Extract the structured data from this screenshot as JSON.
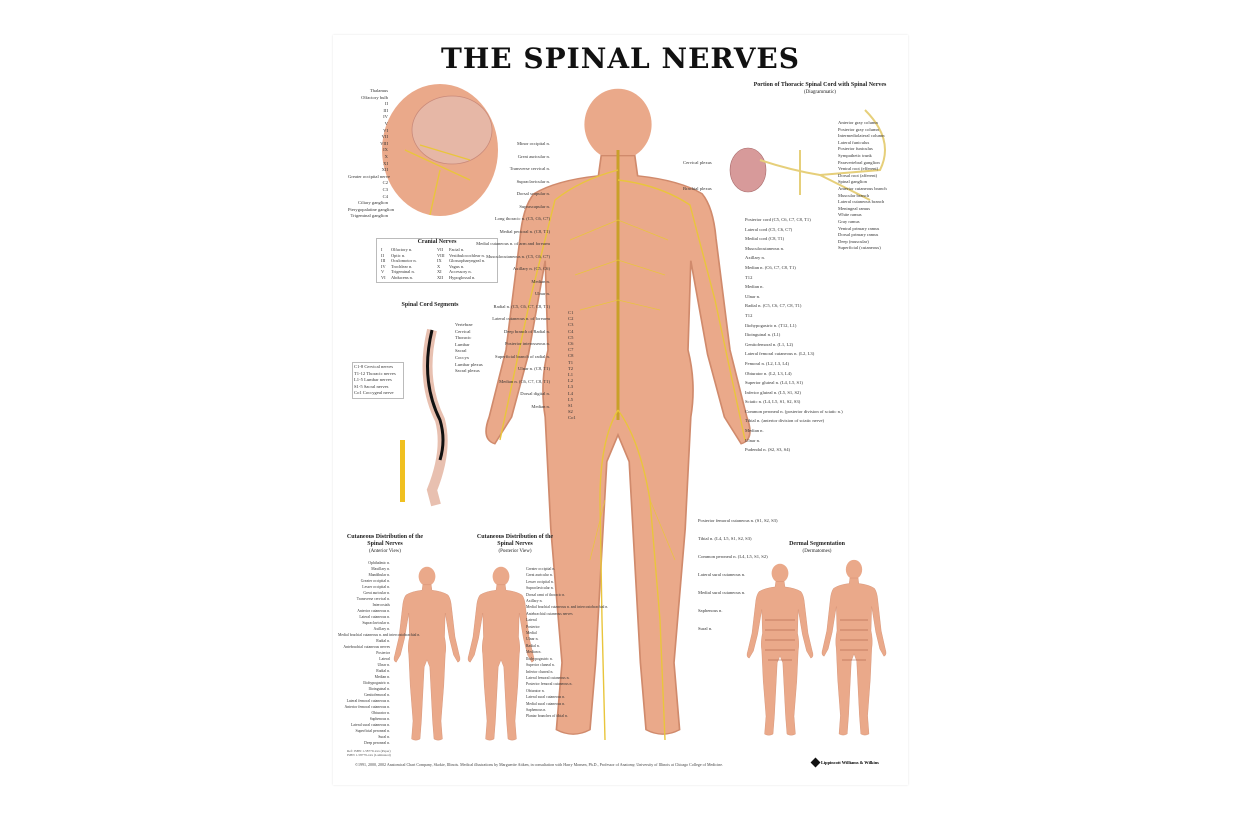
{
  "title": "THE SPINAL NERVES",
  "head_labels": [
    "Thalamus",
    "Olfactory bulb",
    "II",
    "III",
    "IV",
    "V",
    "VI",
    "VII",
    "VIII",
    "IX",
    "X",
    "XI",
    "XII",
    "Greater occipital nerve",
    "C2",
    "C3",
    "C4",
    "Ciliary ganglion",
    "Pterygopalatine ganglion",
    "Trigeminal ganglion"
  ],
  "cranial_nerves": {
    "title": "Cranial Nerves",
    "rows": [
      [
        "I",
        "Olfactory n.",
        "VII",
        "Facial n."
      ],
      [
        "II",
        "Optic n.",
        "VIII",
        "Vestibulocochlear n."
      ],
      [
        "III",
        "Oculomotor n.",
        "IX",
        "Glossopharyngeal n."
      ],
      [
        "IV",
        "Trochlear n.",
        "X",
        "Vagus n."
      ],
      [
        "V",
        "Trigeminal n.",
        "XI",
        "Accessory n."
      ],
      [
        "VI",
        "Abducens n.",
        "XII",
        "Hypoglossal n."
      ]
    ]
  },
  "spinal_segments": {
    "title": "Spinal Cord Segments",
    "legend": [
      "C1-8  Cervical nerves",
      "T1-12  Thoracic nerves",
      "L1-5  Lumbar nerves",
      "S1-5  Sacral nerves",
      "Co1  Coccygeal nerve"
    ],
    "labels": [
      "Vertebrae",
      "Cervical",
      "Thoracic",
      "Lumbar",
      "Sacral",
      "Coccyx",
      "Lumbar plexus",
      "Sacral plexus"
    ]
  },
  "thoracic_diagram": {
    "title": "Portion of Thoracic Spinal Cord with Spinal Nerves",
    "subtitle": "(Diagrammatic)",
    "labels": [
      "Anterior gray column",
      "Posterior gray column",
      "Intermediolateral column",
      "Lateral funiculus",
      "Posterior funiculus",
      "Sympathetic trunk",
      "Paravertebral ganglion",
      "Ventral root (efferent)",
      "Dorsal root (afferent)",
      "Spinal ganglion",
      "Anterior cutaneous branch",
      "Muscular branch",
      "Lateral cutaneous branch",
      "Meningeal ramus",
      "White ramus",
      "Gray ramus",
      "Ventral primary ramus",
      "Dorsal primary ramus",
      "Deep (muscular)",
      "Superficial (cutaneous)"
    ]
  },
  "main_left_labels": [
    "Minor occipital n.",
    "Great auricular n.",
    "Transverse cervical n.",
    "Supraclavicular n.",
    "Dorsal scapular n.",
    "Suprascapular n.",
    "Long thoracic n. (C5, C6, C7)",
    "Medial pectoral n. (C8, T1)",
    "Medial cutaneous n. of arm and forearm",
    "Musculocutaneous n. (C5, C6, C7)",
    "Axillary n. (C5, C6)",
    "Median n.",
    "Ulnar n.",
    "Radial n. (C5, C6, C7, C8, T1)",
    "Lateral cutaneous n. of forearm",
    "Deep branch of Radial n.",
    "Posterior interosseous n.",
    "Superficial branch of radial n.",
    "Ulnar n. (C8, T1)",
    "Median n. (C6, C7, C8, T1)",
    "Dorsal digital n.",
    "Median n."
  ],
  "main_right_labels": [
    "Posterior cord (C5, C6, C7, C8, T1)",
    "Lateral cord (C5, C6, C7)",
    "Medial cord (C8, T1)",
    "Musculocutaneous n.",
    "Axillary n.",
    "Median n. (C6, C7, C8, T1)",
    "T12",
    "Median n.",
    "Ulnar n.",
    "Radial n. (C5, C6, C7, C8, T1)",
    "T12",
    "Iliohypogastric n. (T12, L1)",
    "Ilioinguinal n. (L1)",
    "Genitofemoral n. (L1, L2)",
    "Lateral femoral cutaneous n. (L2, L3)",
    "Femoral n. (L2, L3, L4)",
    "Obturator n. (L2, L3, L4)",
    "Superior gluteal n. (L4, L5, S1)",
    "Inferior gluteal n. (L5, S1, S2)",
    "Sciatic n. (L4, L5, S1, S2, S3)",
    "Common peroneal n. (posterior division of sciatic n.)",
    "Tibial n. (anterior division of sciatic nerve)",
    "Median n.",
    "Ulnar n.",
    "Pudendal n. (S2, S3, S4)"
  ],
  "main_leg_labels": [
    "Posterior femoral cutaneous n. (S1, S2, S3)",
    "Tibial n. (L4, L5, S1, S2, S3)",
    "Common peroneal n. (L4, L5, S1, S2)",
    "Lateral sural cutaneous n.",
    "Medial sural cutaneous n.",
    "Saphenous n.",
    "Sural n."
  ],
  "main_spine_labels": [
    "C1",
    "C2",
    "C3",
    "C4",
    "C5",
    "C6",
    "C7",
    "C8",
    "T1",
    "T2",
    "L1",
    "L2",
    "L3",
    "L4",
    "L5",
    "S1",
    "S2",
    "Co1"
  ],
  "plexus_labels": [
    "Cervical plexus",
    "Brachial plexus"
  ],
  "cutaneous_anterior": {
    "title": "Cutaneous Distribution of the Spinal Nerves",
    "subtitle": "(Anterior View)",
    "labels": [
      "Ophthalmic n.",
      "Maxillary n.",
      "Mandibular n.",
      "Greater occipital n.",
      "Lesser occipital n.",
      "Great auricular n.",
      "Transverse cervical n.",
      "Intercostals",
      "Anterior cutaneous n.",
      "Lateral cutaneous n.",
      "Supraclavicular n.",
      "Axillary n.",
      "Medial brachial cutaneous n. and intercostobrachial n.",
      "Radial n.",
      "Antebrachial cutaneous nerves",
      "Posterior",
      "Lateral",
      "Ulnar n.",
      "Radial n.",
      "Median n.",
      "Iliohypogastric n.",
      "Ilioinguinal n.",
      "Genitofemoral n.",
      "Lateral femoral cutaneous n.",
      "Anterior femoral cutaneous n.",
      "Obturator n.",
      "Saphenous n.",
      "Lateral sural cutaneous n.",
      "Superficial peroneal n.",
      "Sural n.",
      "Deep peroneal n."
    ]
  },
  "cutaneous_posterior": {
    "title": "Cutaneous Distribution of the Spinal Nerves",
    "subtitle": "(Posterior View)",
    "labels": [
      "Greater occipital n.",
      "Great auricular n.",
      "Lesser occipital n.",
      "Supraclavicular n.",
      "Dorsal rami of thoracic n.",
      "Axillary n.",
      "Medial brachial cutaneous n. and intercostobrachial n.",
      "Antebrachial cutaneous nerves",
      "Lateral",
      "Posterior",
      "Medial",
      "Ulnar n.",
      "Radial n.",
      "Median n.",
      "Iliohypogastric n.",
      "Superior cluneal n.",
      "Inferior cluneal n.",
      "Lateral femoral cutaneous n.",
      "Posterior femoral cutaneous n.",
      "Obturator n.",
      "Lateral sural cutaneous n.",
      "Medial sural cutaneous n.",
      "Saphenous n.",
      "Plantar branches of tibial n."
    ]
  },
  "dermatomes": {
    "title": "Dermal Segmentation",
    "subtitle": "(Dermatomes)"
  },
  "codes": [
    "Ref: ISBN 1-58779-xxx (Paper)",
    "ISBN 1-58779-xxx (Laminated)"
  ],
  "footer": "©1991, 2000, 2002 Anatomical Chart Company, Skokie, Illinois. Medical illustrations by Marguerite Aitken, in consultation with Harry Monsen, Ph.D., Professor of Anatomy, University of Illinois at Chicago College of Medicine.",
  "publisher": "Lippincott Williams & Wilkins",
  "colors": {
    "skin": "#eaa98a",
    "skin_shade": "#d98c6c",
    "nerve": "#e9c53c",
    "cord": "#111111",
    "plexus": "#f0c020"
  }
}
